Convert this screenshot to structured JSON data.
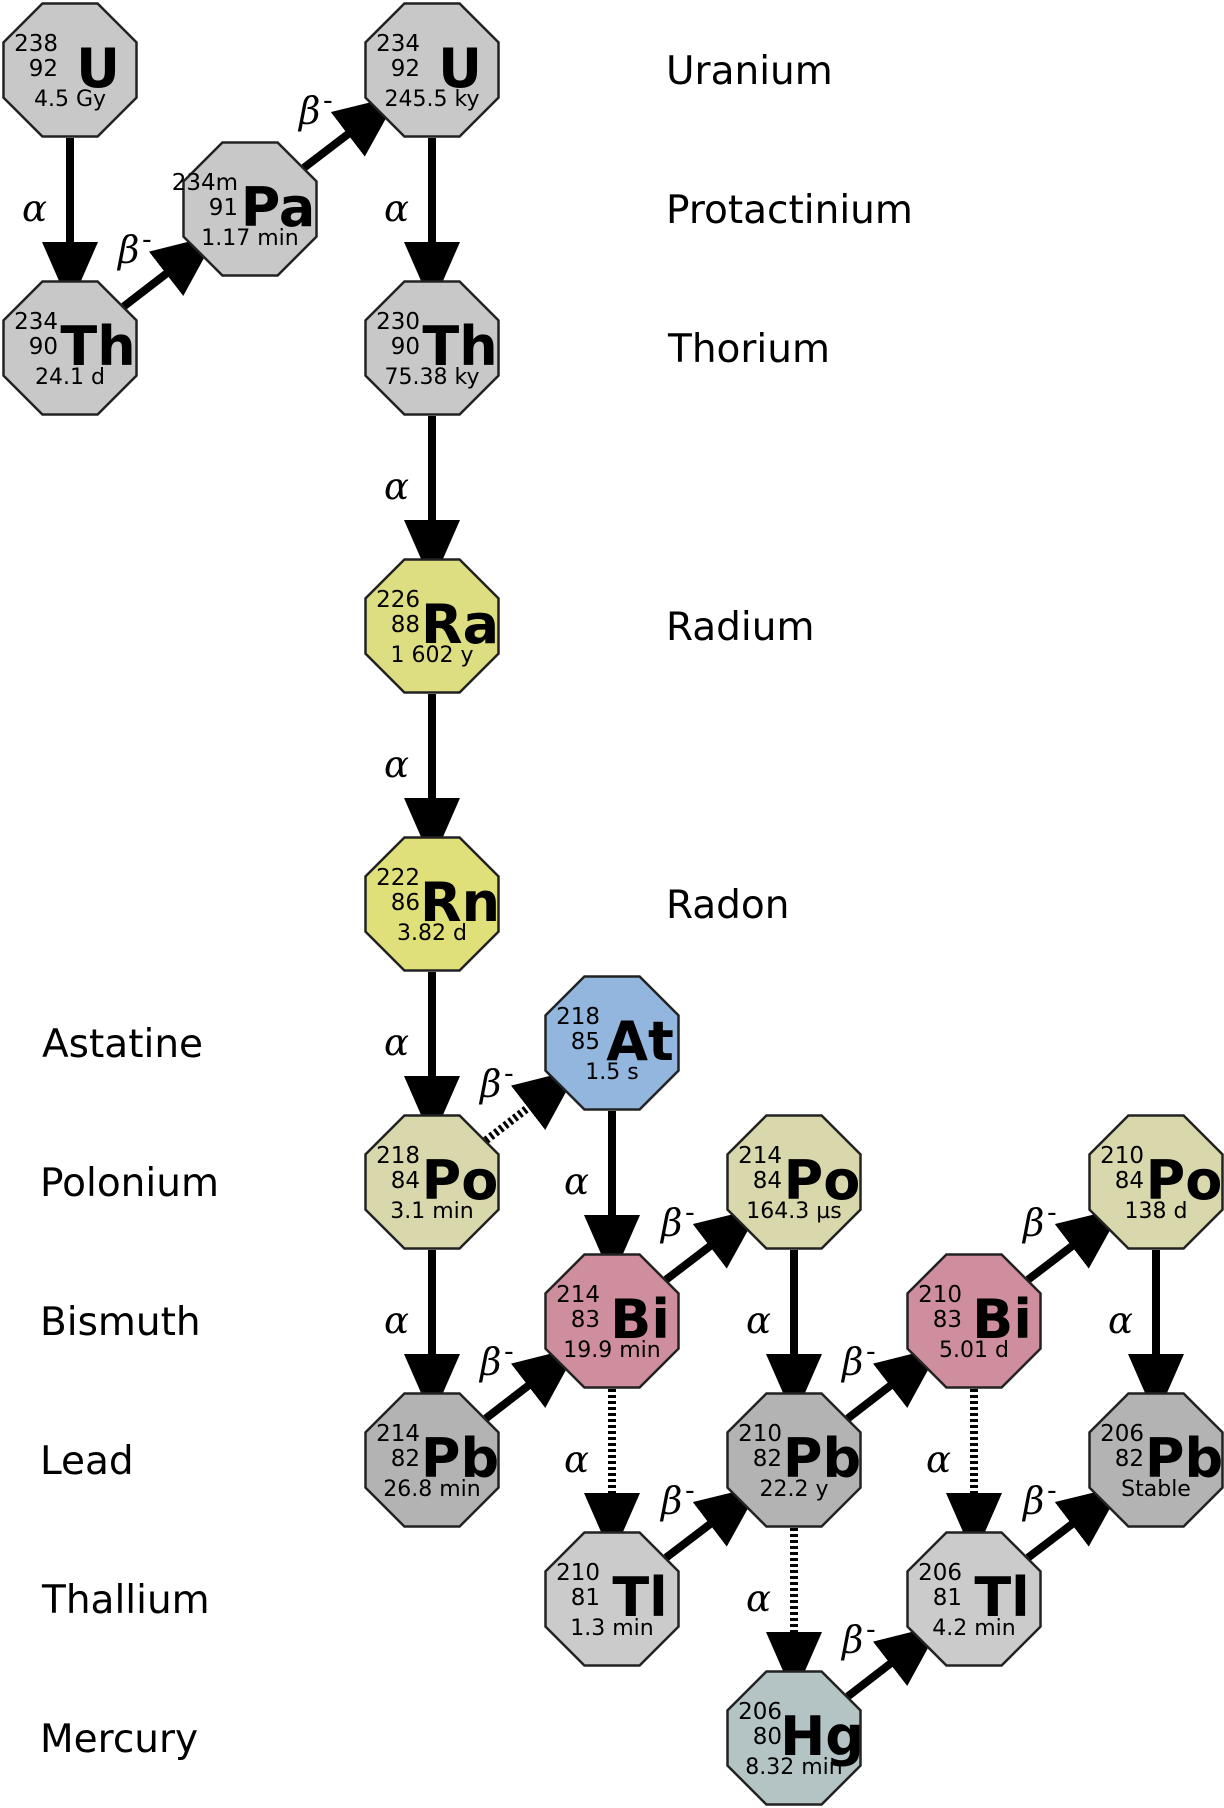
{
  "colors": {
    "actinide": "#c8c8c8",
    "radium": "#dddd82",
    "radon": "#e0e07a",
    "astatine": "#93b6de",
    "polonium": "#d8d8ac",
    "bismuth": "#cf8e9e",
    "lead": "#b3b3b3",
    "thallium": "#cbcbcb",
    "mercury": "#b4c4c4",
    "outline": "#222222",
    "arrow": "#000000"
  },
  "element_labels": [
    {
      "id": "uranium",
      "text": "Uranium"
    },
    {
      "id": "protactinium",
      "text": "Protactinium"
    },
    {
      "id": "thorium",
      "text": "Thorium"
    },
    {
      "id": "radium",
      "text": "Radium"
    },
    {
      "id": "radon",
      "text": "Radon"
    },
    {
      "id": "astatine",
      "text": "Astatine"
    },
    {
      "id": "polonium",
      "text": "Polonium"
    },
    {
      "id": "bismuth",
      "text": "Bismuth"
    },
    {
      "id": "lead",
      "text": "Lead"
    },
    {
      "id": "thallium",
      "text": "Thallium"
    },
    {
      "id": "mercury",
      "text": "Mercury"
    }
  ],
  "nuclides": [
    {
      "id": "u238",
      "mass": "238",
      "z": "92",
      "symbol": "U",
      "halflife": "4.5 Gy",
      "color": "actinide"
    },
    {
      "id": "th234",
      "mass": "234",
      "z": "90",
      "symbol": "Th",
      "halflife": "24.1 d",
      "color": "actinide"
    },
    {
      "id": "pa234m",
      "mass": "234m",
      "z": "91",
      "symbol": "Pa",
      "halflife": "1.17 min",
      "color": "actinide"
    },
    {
      "id": "u234",
      "mass": "234",
      "z": "92",
      "symbol": "U",
      "halflife": "245.5 ky",
      "color": "actinide"
    },
    {
      "id": "th230",
      "mass": "230",
      "z": "90",
      "symbol": "Th",
      "halflife": "75.38 ky",
      "color": "actinide"
    },
    {
      "id": "ra226",
      "mass": "226",
      "z": "88",
      "symbol": "Ra",
      "halflife": "1 602 y",
      "color": "radium"
    },
    {
      "id": "rn222",
      "mass": "222",
      "z": "86",
      "symbol": "Rn",
      "halflife": "3.82 d",
      "color": "radon"
    },
    {
      "id": "at218",
      "mass": "218",
      "z": "85",
      "symbol": "At",
      "halflife": "1.5 s",
      "color": "astatine"
    },
    {
      "id": "po218",
      "mass": "218",
      "z": "84",
      "symbol": "Po",
      "halflife": "3.1 min",
      "color": "polonium"
    },
    {
      "id": "bi214",
      "mass": "214",
      "z": "83",
      "symbol": "Bi",
      "halflife": "19.9 min",
      "color": "bismuth"
    },
    {
      "id": "po214",
      "mass": "214",
      "z": "84",
      "symbol": "Po",
      "halflife": "164.3 µs",
      "color": "polonium"
    },
    {
      "id": "pb214",
      "mass": "214",
      "z": "82",
      "symbol": "Pb",
      "halflife": "26.8 min",
      "color": "lead"
    },
    {
      "id": "pb210",
      "mass": "210",
      "z": "82",
      "symbol": "Pb",
      "halflife": "22.2 y",
      "color": "lead"
    },
    {
      "id": "tl210",
      "mass": "210",
      "z": "81",
      "symbol": "Tl",
      "halflife": "1.3 min",
      "color": "thallium"
    },
    {
      "id": "bi210",
      "mass": "210",
      "z": "83",
      "symbol": "Bi",
      "halflife": "5.01 d",
      "color": "bismuth"
    },
    {
      "id": "po210",
      "mass": "210",
      "z": "84",
      "symbol": "Po",
      "halflife": "138 d",
      "color": "polonium"
    },
    {
      "id": "hg206",
      "mass": "206",
      "z": "80",
      "symbol": "Hg",
      "halflife": "8.32 min",
      "color": "mercury"
    },
    {
      "id": "tl206",
      "mass": "206",
      "z": "81",
      "symbol": "Tl",
      "halflife": "4.2 min",
      "color": "thallium"
    },
    {
      "id": "pb206",
      "mass": "206",
      "z": "82",
      "symbol": "Pb",
      "halflife": "Stable",
      "color": "lead"
    }
  ],
  "decay_labels": {
    "alpha": "α",
    "beta": "β",
    "beta_sup": "-"
  },
  "decays": [
    {
      "from": "u238",
      "to": "th234",
      "mode": "alpha",
      "style": "solid"
    },
    {
      "from": "th234",
      "to": "pa234m",
      "mode": "beta",
      "style": "solid"
    },
    {
      "from": "pa234m",
      "to": "u234",
      "mode": "beta",
      "style": "solid"
    },
    {
      "from": "u234",
      "to": "th230",
      "mode": "alpha",
      "style": "solid"
    },
    {
      "from": "th230",
      "to": "ra226",
      "mode": "alpha",
      "style": "solid"
    },
    {
      "from": "ra226",
      "to": "rn222",
      "mode": "alpha",
      "style": "solid"
    },
    {
      "from": "rn222",
      "to": "po218",
      "mode": "alpha",
      "style": "solid"
    },
    {
      "from": "po218",
      "to": "at218",
      "mode": "beta",
      "style": "dotted"
    },
    {
      "from": "po218",
      "to": "pb214",
      "mode": "alpha",
      "style": "solid"
    },
    {
      "from": "at218",
      "to": "bi214",
      "mode": "alpha",
      "style": "solid"
    },
    {
      "from": "pb214",
      "to": "bi214",
      "mode": "beta",
      "style": "solid"
    },
    {
      "from": "bi214",
      "to": "po214",
      "mode": "beta",
      "style": "solid"
    },
    {
      "from": "bi214",
      "to": "tl210",
      "mode": "alpha",
      "style": "dotted"
    },
    {
      "from": "po214",
      "to": "pb210",
      "mode": "alpha",
      "style": "solid"
    },
    {
      "from": "tl210",
      "to": "pb210",
      "mode": "beta",
      "style": "solid"
    },
    {
      "from": "pb210",
      "to": "bi210",
      "mode": "beta",
      "style": "solid"
    },
    {
      "from": "pb210",
      "to": "hg206",
      "mode": "alpha",
      "style": "dotted"
    },
    {
      "from": "bi210",
      "to": "po210",
      "mode": "beta",
      "style": "solid"
    },
    {
      "from": "bi210",
      "to": "tl206",
      "mode": "alpha",
      "style": "dotted"
    },
    {
      "from": "hg206",
      "to": "tl206",
      "mode": "beta",
      "style": "solid"
    },
    {
      "from": "po210",
      "to": "pb206",
      "mode": "alpha",
      "style": "solid"
    },
    {
      "from": "tl206",
      "to": "pb206",
      "mode": "beta",
      "style": "solid"
    }
  ]
}
